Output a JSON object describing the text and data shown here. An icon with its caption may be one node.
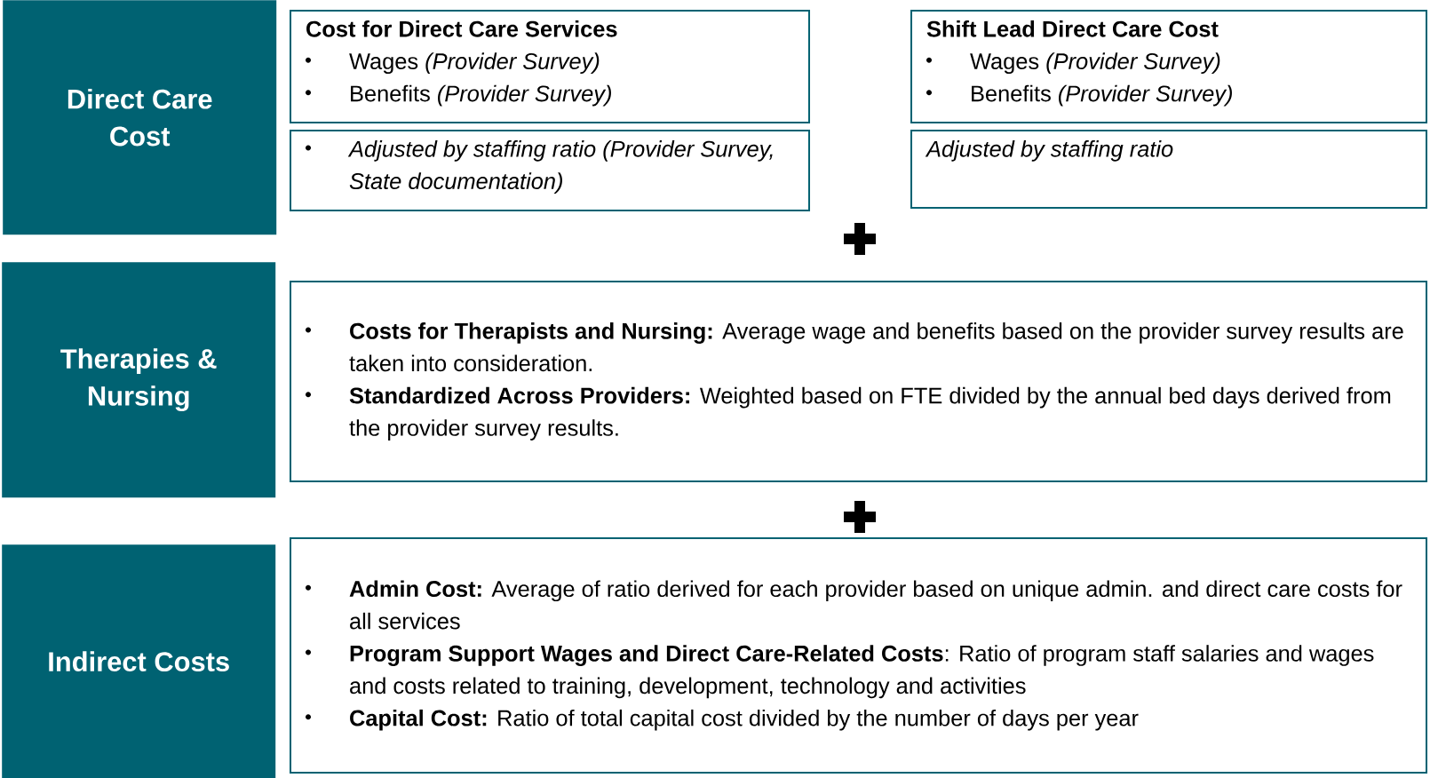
{
  "diagram": {
    "nodes": [
      {
        "text": [
          "Direct Care Cost"
        ]
      },
      {
        "text": [
          "Cost for Direct Care Services",
          "Wages *(Provider Survey)*",
          "Benefits *(Provider Survey)*"
        ]
      },
      {
        "text": [
          "Adjusted by staffing ratio (Provider Survey, State documentation)"
        ]
      },
      {
        "text": [
          "Shift Lead Direct Care Cost",
          "Wages *(Provider Survey)*",
          "Benefits *(Provider Survey)*"
        ]
      },
      {
        "text": [
          "Adjusted by staffing ratio"
        ]
      },
      {
        "text": [
          "Therapies & Nursing"
        ]
      },
      {
        "text": [
          "**Costs for Therapists and Nursing:** Average wage and benefits based on the provider survey results are taken into consideration.",
          "**Standardized Across Providers:** Weighted based on FTE divided by the annual bed days derived from the provider survey results."
        ]
      },
      {
        "text": [
          "Indirect Costs"
        ]
      },
      {
        "text": [
          "**Admin Cost:** Average of ratio derived for each provider based on unique admin. and direct care costs for all services",
          "**Program Support Wages and Direct Care-Related Costs**: Ratio of program staff salaries and wages and costs related to training, development, technology and activities",
          "**Capital Cost:** Ratio of total capital cost divided by the number of days per year"
        ]
      }
    ]
  }
}
